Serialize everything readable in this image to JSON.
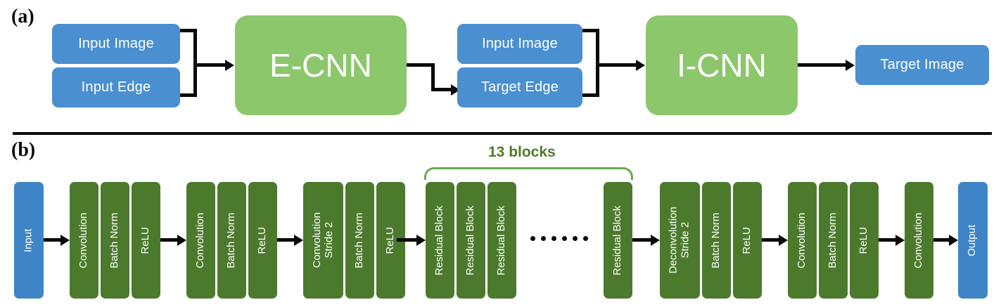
{
  "figure": {
    "panel_a_letter": "(a)",
    "panel_b_letter": "(b)"
  },
  "panel_a": {
    "input_image_1": "Input Image",
    "input_edge": "Input Edge",
    "ecnn": "E-CNN",
    "input_image_2": "Input Image",
    "target_edge": "Target Edge",
    "icnn": "I-CNN",
    "target_image": "Target Image"
  },
  "panel_b": {
    "input": "Input",
    "output": "Output",
    "bracket_label": "13 blocks",
    "stage1": [
      "Convolution",
      "Batch Norm",
      "ReLU"
    ],
    "stage2": [
      "Convolution",
      "Batch Norm",
      "ReLU"
    ],
    "stage3": [
      "Convolution\nStride 2",
      "Batch Norm",
      "ReLU"
    ],
    "residual_left": [
      "Residual Block",
      "Residual Block",
      "Residual Block"
    ],
    "residual_right": [
      "Residual Block"
    ],
    "stage4": [
      "Deconvolution\nStride 2",
      "Batch Norm",
      "ReLU"
    ],
    "stage5": [
      "Convolution",
      "Batch Norm",
      "ReLU"
    ],
    "stage6": [
      "Convolution"
    ],
    "ellipsis_dot_count": 6
  },
  "colors": {
    "blue_box": "#4a8fd0",
    "blue_bar": "#3d85c6",
    "light_green": "#8cc76b",
    "dark_green": "#4c7a2d",
    "bracket_green": "#6aa84f",
    "bracket_text": "#4f7a2a",
    "line_black": "#0a0a0a",
    "background": "#ffffff"
  }
}
